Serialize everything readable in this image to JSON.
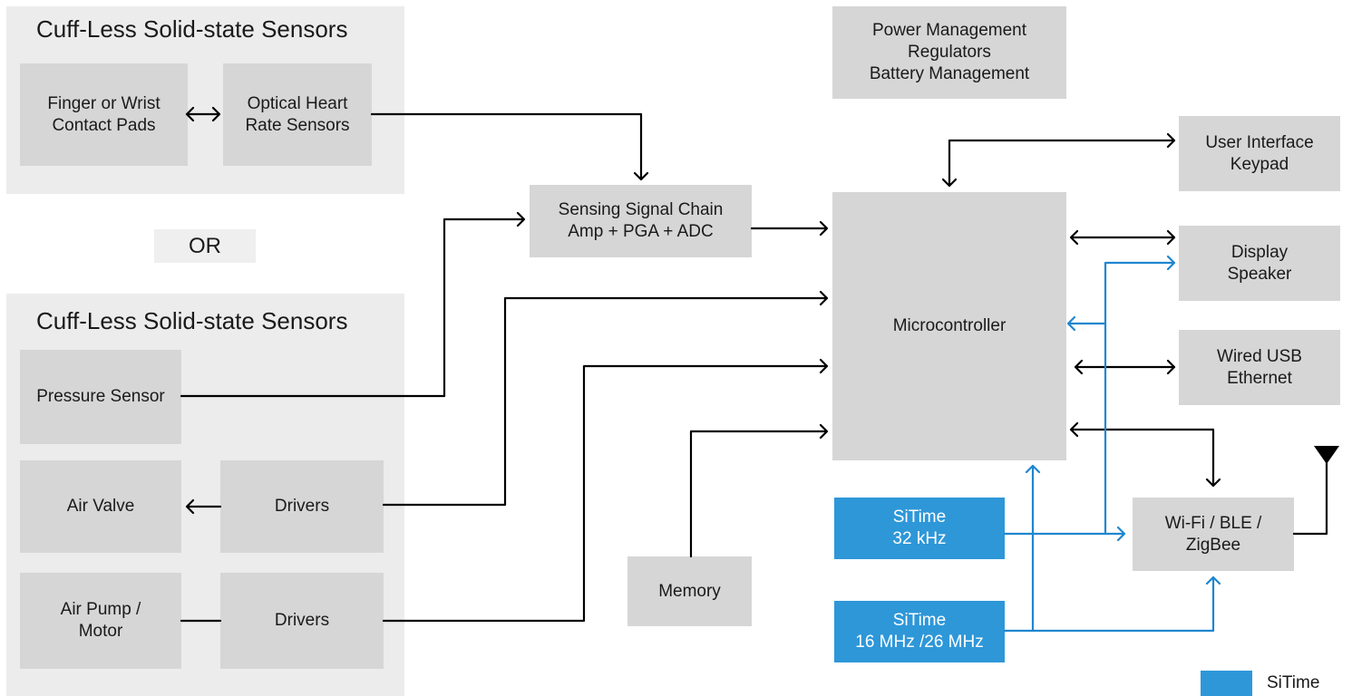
{
  "top_panel": {
    "title": "Cuff-Less Solid-state Sensors",
    "contact_pads": [
      "Finger or Wrist",
      "Contact Pads"
    ],
    "optical_hr": [
      "Optical Heart",
      "Rate Sensors"
    ]
  },
  "or_label": "OR",
  "bottom_panel": {
    "title": "Cuff-Less Solid-state Sensors",
    "pressure_sensor": "Pressure Sensor",
    "air_valve": "Air Valve",
    "valve_drivers": "Drivers",
    "air_pump": [
      "Air Pump /",
      "Motor"
    ],
    "pump_drivers": "Drivers"
  },
  "power": [
    "Power Management",
    "Regulators",
    "Battery Management"
  ],
  "signal_chain": [
    "Sensing Signal Chain",
    "Amp + PGA + ADC"
  ],
  "microcontroller": "Microcontroller",
  "user_interface": [
    "User Interface",
    "Keypad"
  ],
  "display": [
    "Display",
    "Speaker"
  ],
  "wired": [
    "Wired USB",
    "Ethernet"
  ],
  "memory": "Memory",
  "wireless": [
    "Wi-Fi / BLE /",
    "ZigBee"
  ],
  "sitime_32k": [
    "SiTime",
    "32 kHz"
  ],
  "sitime_mhz": [
    "SiTime",
    "16 MHz /26 MHz"
  ],
  "legend": {
    "label": "SiTime",
    "color": "#2e97d8"
  },
  "colors": {
    "block": "#d6d6d6",
    "panel": "#ececec",
    "sitime": "#2e97d8",
    "wire": "#000000"
  }
}
